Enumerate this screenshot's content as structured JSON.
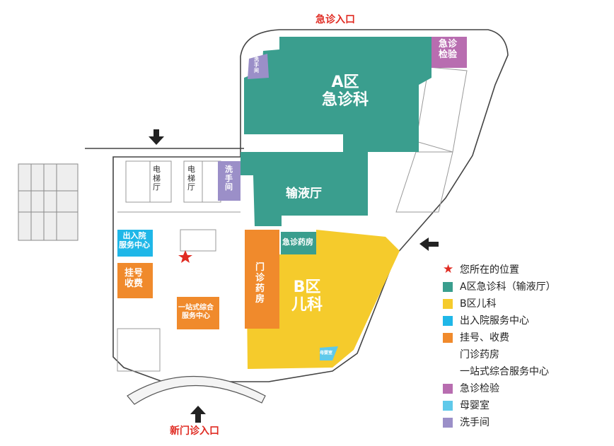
{
  "entrances": {
    "emergency": "急诊入口",
    "new_outpatient": "新门诊入口"
  },
  "zones": {
    "a_zone": "A区\n急诊科",
    "infusion": "输液厅",
    "b_zone": "B区\n儿科",
    "outpatient_pharmacy": "门\n诊\n药\n房",
    "emergency_pharmacy": "急诊药房",
    "emergency_lab": "急诊\n检验",
    "admission_center": "出入院\n服务中心",
    "registration": "挂号\n收费",
    "one_stop_center": "一站式综合\n服务中心",
    "elevator_1": "电\n梯\n厅",
    "elevator_2": "电\n梯\n厅",
    "washroom_1": "洗\n手\n间",
    "washroom_2": "洗\n手\n间",
    "mother_baby": "母婴室"
  },
  "legend": [
    {
      "icon": "star",
      "label": "您所在的位置",
      "color": "#e02b22"
    },
    {
      "label": "A区急诊科（输液厅）",
      "color": "#3a9e8e"
    },
    {
      "label": "B区儿科",
      "color": "#f5cb2c"
    },
    {
      "label": "出入院服务中心",
      "color": "#1fb7e8"
    },
    {
      "label": "挂号、收费\n门诊药房\n一站式综合服务中心",
      "color": "#f08a2c"
    },
    {
      "label": "急诊检验",
      "color": "#b86db0"
    },
    {
      "label": "母婴室",
      "color": "#5fc9ea"
    },
    {
      "label": "洗手间",
      "color": "#9b8fc8"
    }
  ]
}
